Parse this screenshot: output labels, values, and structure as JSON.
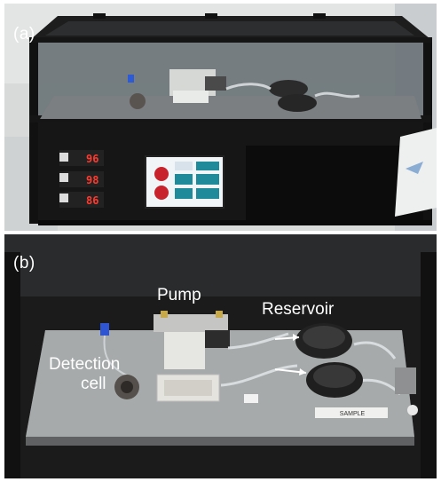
{
  "panels": {
    "a": {
      "label": "(a)",
      "controller_readouts": [
        "96",
        "98",
        "86"
      ]
    },
    "b": {
      "label": "(b)",
      "annotations": {
        "pump": "Pump",
        "reservoir": "Reservoir",
        "detection_cell_line1": "Detection",
        "detection_cell_line2": "cell"
      },
      "sample_plate": "SAMPLE"
    }
  }
}
